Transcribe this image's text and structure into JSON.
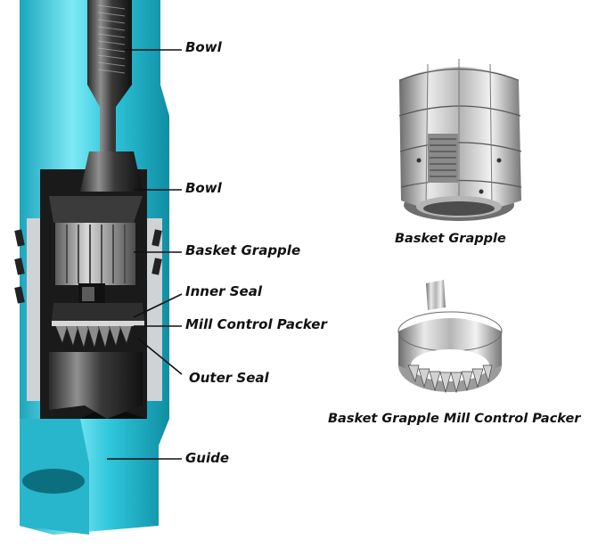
{
  "diagram": {
    "callouts": [
      "Bowl",
      "Bowl",
      "Basket Grapple",
      "Inner Seal",
      "Mill Control Packer",
      "Outer Seal",
      "Guide"
    ],
    "parts": [
      {
        "caption": "Basket Grapple"
      },
      {
        "caption": "Basket Grapple Mill Control Packer"
      }
    ]
  }
}
